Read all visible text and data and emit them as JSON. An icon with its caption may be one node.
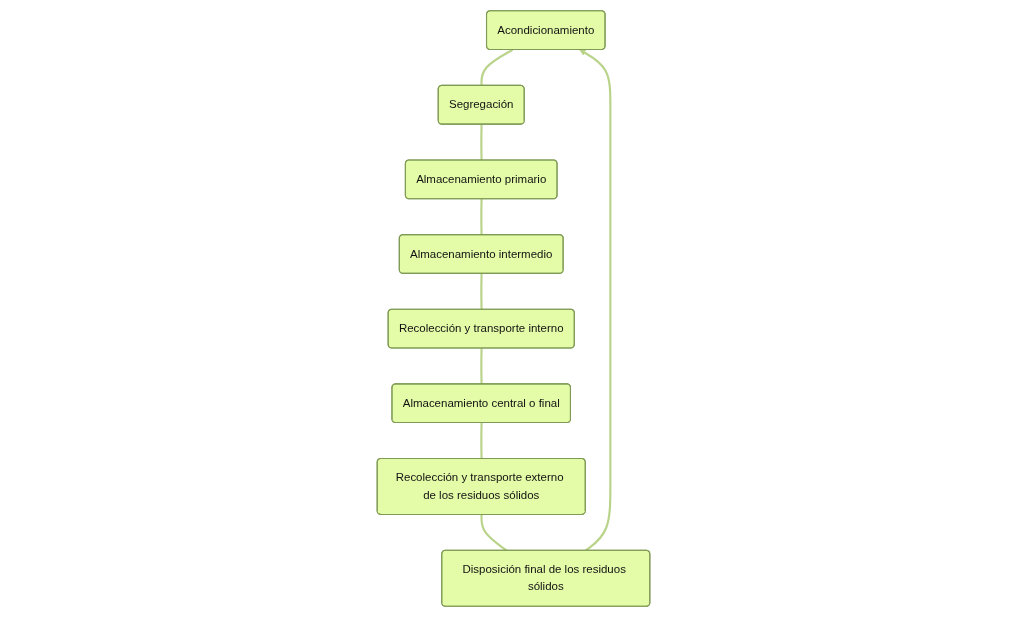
{
  "diagram": {
    "nodes": [
      {
        "text": [
          "Acondicionamiento"
        ]
      },
      {
        "text": [
          "Segregación"
        ]
      },
      {
        "text": [
          "Almacenamiento primario"
        ]
      },
      {
        "text": [
          "Almacenamiento intermedio"
        ]
      },
      {
        "text": [
          "Recolección y transporte interno"
        ]
      },
      {
        "text": [
          "Almacenamiento central o final"
        ]
      },
      {
        "text": [
          "Recolección y transporte externo de los residuos sólidos"
        ]
      },
      {
        "text": [
          "Disposición final de los residuos sólidos"
        ]
      }
    ],
    "edges": [
      {
        "from": 0,
        "to": 1,
        "arrow": "none"
      },
      {
        "from": 1,
        "to": 2,
        "arrow": "none"
      },
      {
        "from": 2,
        "to": 3,
        "arrow": "none"
      },
      {
        "from": 3,
        "to": 4,
        "arrow": "none"
      },
      {
        "from": 4,
        "to": 5,
        "arrow": "none"
      },
      {
        "from": 5,
        "to": 6,
        "arrow": "none"
      },
      {
        "from": 6,
        "to": 7,
        "arrow": "none"
      },
      {
        "from": 7,
        "to": 0,
        "arrow": "to"
      }
    ]
  }
}
